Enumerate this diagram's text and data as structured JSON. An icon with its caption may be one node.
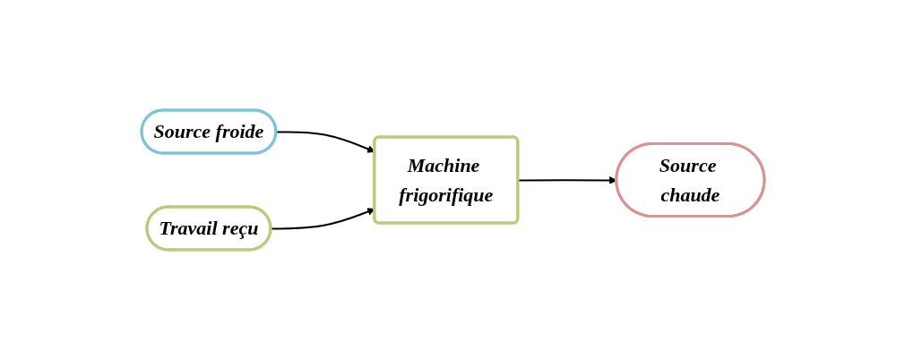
{
  "diagram": {
    "nodes": [
      {
        "text": [
          "Source froide"
        ]
      },
      {
        "text": [
          "Machine frigorifique"
        ]
      },
      {
        "text": [
          "Source chaude"
        ]
      },
      {
        "text": [
          "Travail reçu"
        ]
      }
    ],
    "edges": [
      {
        "from": 0,
        "to": 1,
        "arrow": "to"
      },
      {
        "from": 1,
        "to": 2,
        "arrow": "to"
      },
      {
        "from": 3,
        "to": 1,
        "arrow": "to"
      }
    ]
  }
}
